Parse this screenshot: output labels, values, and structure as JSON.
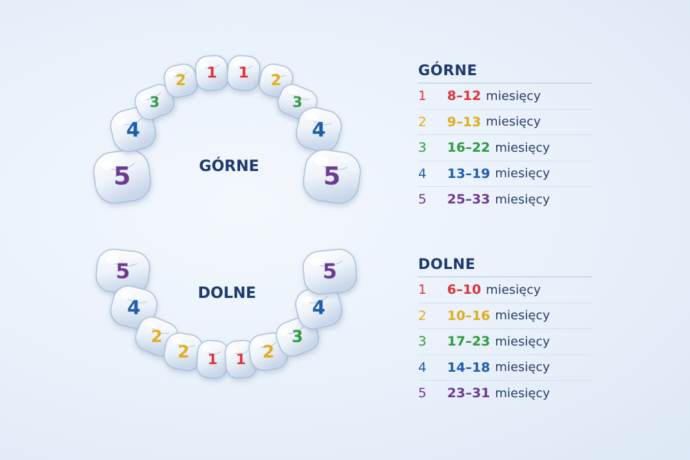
{
  "colors": {
    "1": "#d93438",
    "2": "#e0ad1a",
    "3": "#2f9a3e",
    "4": "#1e5ea8",
    "5": "#6c3a90",
    "heading": "#1f3a6e"
  },
  "jaws": {
    "upper_label": "GÓRNE",
    "lower_label": "DOLNE"
  },
  "teeth": {
    "upper": [
      "5",
      "4",
      "3",
      "2",
      "1",
      "1",
      "2",
      "3",
      "4",
      "5"
    ],
    "lower": [
      "5",
      "4",
      "2",
      "2",
      "1",
      "1",
      "2",
      "3",
      "4",
      "5"
    ]
  },
  "legend": {
    "upper": {
      "title": "GÓRNE",
      "rows": [
        {
          "num": "1",
          "range": "8–12",
          "unit": "miesięcy"
        },
        {
          "num": "2",
          "range": "9–13",
          "unit": "miesięcy"
        },
        {
          "num": "3",
          "range": "16–22",
          "unit": "miesięcy"
        },
        {
          "num": "4",
          "range": "13–19",
          "unit": "miesięcy"
        },
        {
          "num": "5",
          "range": "25–33",
          "unit": "miesięcy"
        }
      ]
    },
    "lower": {
      "title": "DOLNE",
      "rows": [
        {
          "num": "1",
          "range": "6–10",
          "unit": "miesięcy"
        },
        {
          "num": "2",
          "range": "10–16",
          "unit": "miesięcy"
        },
        {
          "num": "3",
          "range": "17–23",
          "unit": "miesięcy"
        },
        {
          "num": "4",
          "range": "14–18",
          "unit": "miesięcy"
        },
        {
          "num": "5",
          "range": "23–31",
          "unit": "miesięcy"
        }
      ]
    }
  }
}
